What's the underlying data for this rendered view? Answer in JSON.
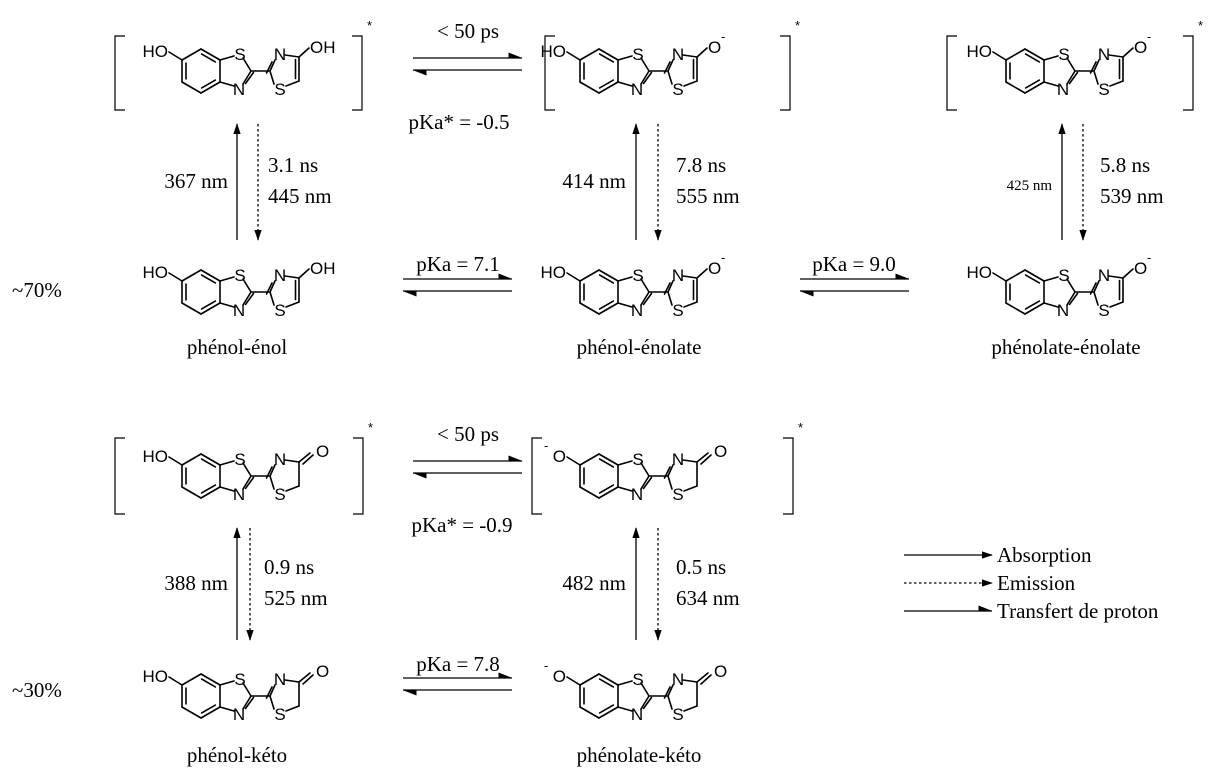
{
  "atoms": {
    "ho": "HO",
    "s": "S",
    "n": "N",
    "oh": "OH",
    "o": "O",
    "minus": "-",
    "star": "*"
  },
  "top": {
    "excited_pt": {
      "time": "< 50 ps",
      "pka": "pKa* = -0.5"
    },
    "ground_pka1": "pKa = 7.1",
    "ground_pka2": "pKa = 9.0",
    "col1": {
      "abs": "367 nm",
      "life": "3.1 ns",
      "emi": "445 nm"
    },
    "col2": {
      "abs": "414 nm",
      "life": "7.8 ns",
      "emi": "555 nm"
    },
    "col3": {
      "abs": "425 nm",
      "life": "5.8 ns",
      "emi": "539 nm"
    },
    "percent": "~70%",
    "names": [
      "phénol-énol",
      "phénol-énolate",
      "phénolate-énolate"
    ]
  },
  "bottom": {
    "excited_pt": {
      "time": "< 50 ps",
      "pka": "pKa* = -0.9"
    },
    "ground_pka": "pKa = 7.8",
    "col1": {
      "abs": "388 nm",
      "life": "0.9 ns",
      "emi": "525 nm"
    },
    "col2": {
      "abs": "482 nm",
      "life": "0.5 ns",
      "emi": "634 nm"
    },
    "percent": "~30%",
    "names": [
      "phénol-kéto",
      "phénolate-kéto"
    ]
  },
  "legend": [
    "Absorption",
    "Emission",
    "Transfert de proton"
  ]
}
